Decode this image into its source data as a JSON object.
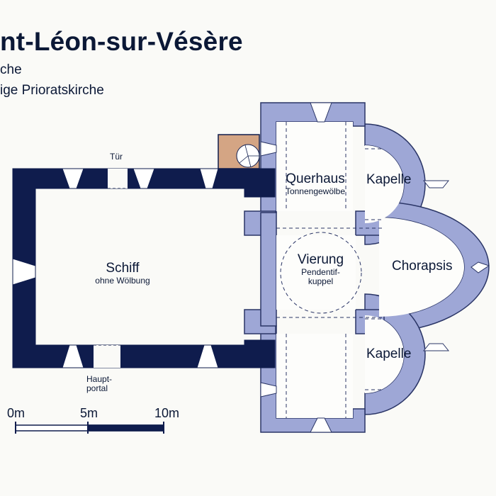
{
  "title": "nt-Léon-sur-Vésère",
  "subtitle_1": "che",
  "subtitle_2": "ige Prioratskirche",
  "labels": {
    "tuer": "Tür",
    "schiff": "Schiff",
    "schiff_sub": "ohne Wölbung",
    "querhaus": "Querhaus",
    "querhaus_sub": "Tonnengewölbe",
    "kapelle_top": "Kapelle",
    "kapelle_bottom": "Kapelle",
    "vierung": "Vierung",
    "vierung_sub_1": "Pendentif-",
    "vierung_sub_2": "kuppel",
    "chorapsis": "Chorapsis",
    "hauptportal_1": "Haupt-",
    "hauptportal_2": "portal"
  },
  "scale": {
    "tick_0": "0m",
    "tick_5": "5m",
    "tick_10": "10m"
  },
  "colors": {
    "nave_wall": "#0f1c4d",
    "choir_wall": "#9ea7d6",
    "stair": "#d4a584",
    "background": "#fafaf7",
    "text": "#0b1836"
  }
}
